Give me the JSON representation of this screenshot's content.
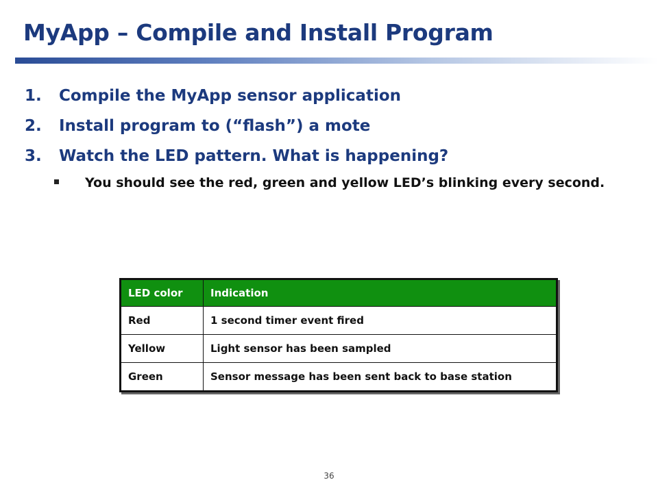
{
  "slide": {
    "title": "MyApp – Compile and Install Program",
    "page_number": "36"
  },
  "list": [
    {
      "num": "1.",
      "text": "Compile the MyApp sensor application"
    },
    {
      "num": "2.",
      "text": "Install program to (“flash”) a mote"
    },
    {
      "num": "3.",
      "text": "Watch the LED pattern. What is happening?"
    }
  ],
  "sub_bullet": {
    "text": "You should see the red, green and yellow LED’s blinking every second."
  },
  "table": {
    "headers": [
      "LED color",
      "Indication"
    ],
    "rows": [
      [
        "Red",
        "1 second timer event fired"
      ],
      [
        "Yellow",
        "Light sensor has been sampled"
      ],
      [
        "Green",
        "Sensor message has been sent back to base station"
      ]
    ]
  },
  "colors": {
    "title": "#1c3a7e",
    "table_header": "#109010"
  }
}
